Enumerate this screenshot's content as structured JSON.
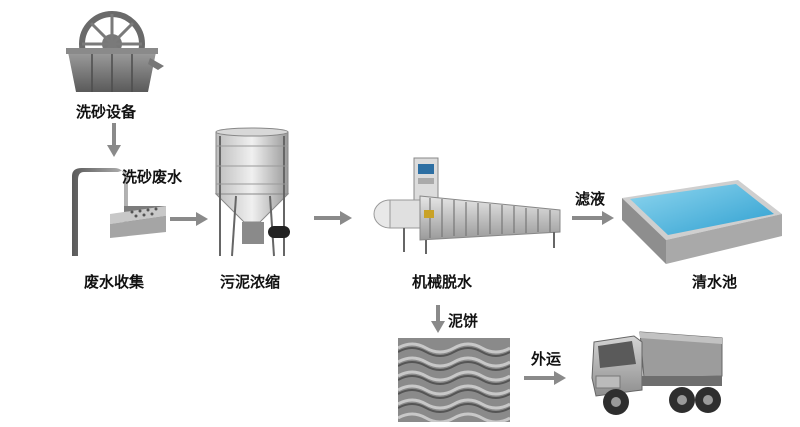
{
  "labels": {
    "sand_washer": "洗砂设备",
    "sand_wastewater": "洗砂废水",
    "wastewater_collection": "废水收集",
    "sludge_thickening": "污泥浓缩",
    "mechanical_dewatering": "机械脱水",
    "filtrate": "滤液",
    "clear_water_pool": "清水池",
    "mud_cake": "泥饼",
    "transport_out": "外运"
  },
  "colors": {
    "arrow": "#8a8a8a",
    "water": "#4fb8e0",
    "equipment_gray": "#9a9a9a"
  }
}
